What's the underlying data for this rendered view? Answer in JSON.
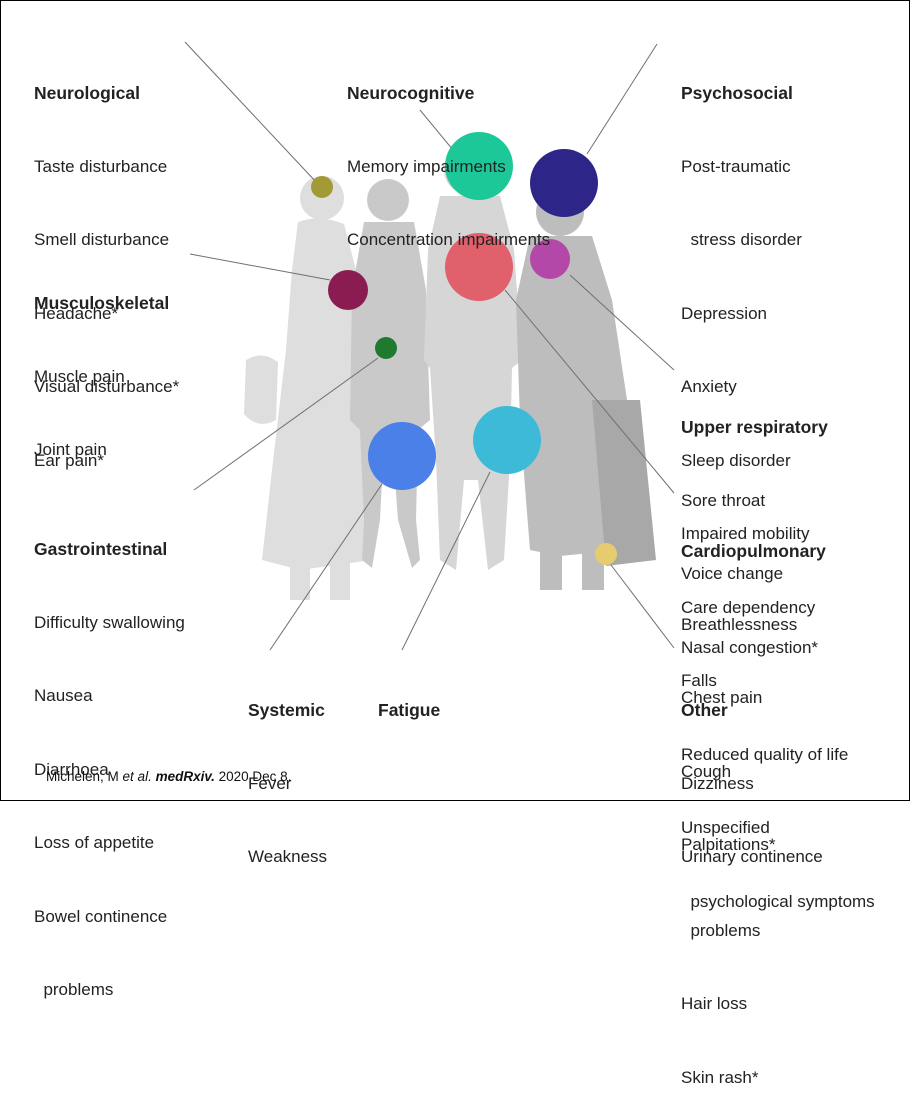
{
  "groups": {
    "neurological": {
      "title": "Neurological",
      "items": [
        "Taste disturbance",
        "Smell disturbance",
        "Headache*",
        "Visual disturbance*",
        "Ear pain*"
      ],
      "color": "#a29a35"
    },
    "neurocognitive": {
      "title": "Neurocognitive",
      "items": [
        "Memory impairments",
        "Concentration impairments"
      ],
      "color": "#1dc898"
    },
    "psychosocial": {
      "title": "Psychosocial",
      "items": [
        "Post-traumatic",
        "  stress disorder",
        "Depression",
        "Anxiety",
        "Sleep disorder",
        "Impaired mobility",
        "Care dependency",
        "Falls",
        "Reduced quality of life",
        "Unspecified",
        "  psychological symptoms"
      ],
      "color": "#2d2688"
    },
    "musculoskeletal": {
      "title": "Musculoskeletal",
      "items": [
        "Muscle pain",
        "Joint pain"
      ],
      "color": "#8a1c52"
    },
    "upper_respiratory": {
      "title": "Upper respiratory",
      "items": [
        "Sore throat",
        "Voice change",
        "Nasal congestion*"
      ],
      "color": "#b448a8"
    },
    "gastrointestinal": {
      "title": "Gastrointestinal",
      "items": [
        "Difficulty swallowing",
        "Nausea",
        "Diarrhoea",
        "Loss of appetite",
        "Bowel continence",
        "  problems"
      ],
      "color": "#1f7a30"
    },
    "cardiopulmonary": {
      "title": "Cardiopulmonary",
      "items": [
        "Breathlessness",
        "Chest pain",
        "Cough",
        "Palpitations*"
      ],
      "color": "#e0606c"
    },
    "systemic": {
      "title": "Systemic",
      "items": [
        "Fever",
        "Weakness"
      ],
      "color": "#4a80e8"
    },
    "fatigue": {
      "title": "Fatigue",
      "items": [],
      "color": "#3cbad8"
    },
    "other": {
      "title": "Other",
      "items": [
        "Dizziness",
        "Urinary continence",
        "  problems",
        "Hair loss",
        "Skin rash*"
      ],
      "color": "#e6cc6e"
    }
  },
  "citation": {
    "authors": "Michelen, M",
    "etal": "et al.",
    "journal": "medRxiv.",
    "date": "2020 Dec 8."
  }
}
